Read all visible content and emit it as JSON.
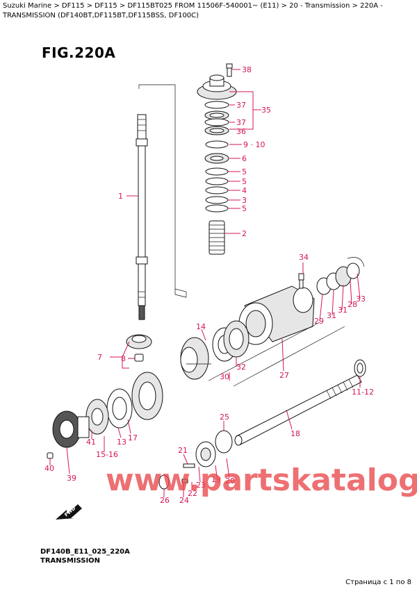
{
  "breadcrumb": {
    "text": "Suzuki Marine > DF115 > DF115 > DF115BT025 FROM 11506F-540001~ (E11) > 20 - Transmission > 220A - TRANSMISSION (DF140BT,DF115BT,DF115BSS, DF100C)"
  },
  "figure": {
    "title": "FIG.220A"
  },
  "callouts": [
    {
      "id": "c38",
      "label": "38"
    },
    {
      "id": "c35",
      "label": "35"
    },
    {
      "id": "c37a",
      "label": "37"
    },
    {
      "id": "c37b",
      "label": "37"
    },
    {
      "id": "c36",
      "label": "36"
    },
    {
      "id": "c910",
      "label": "9 · 10"
    },
    {
      "id": "c6",
      "label": "6"
    },
    {
      "id": "c5a",
      "label": "5"
    },
    {
      "id": "c5b",
      "label": "5"
    },
    {
      "id": "c4",
      "label": "4"
    },
    {
      "id": "c3",
      "label": "3"
    },
    {
      "id": "c5c",
      "label": "5"
    },
    {
      "id": "c2",
      "label": "2"
    },
    {
      "id": "c1",
      "label": "1"
    },
    {
      "id": "c34",
      "label": "34"
    },
    {
      "id": "c33",
      "label": "33"
    },
    {
      "id": "c28",
      "label": "28"
    },
    {
      "id": "c31a",
      "label": "31"
    },
    {
      "id": "c31b",
      "label": "31"
    },
    {
      "id": "c29",
      "label": "29"
    },
    {
      "id": "c14",
      "label": "14"
    },
    {
      "id": "c7",
      "label": "7"
    },
    {
      "id": "c8",
      "label": "8"
    },
    {
      "id": "c32",
      "label": "32"
    },
    {
      "id": "c30",
      "label": "30"
    },
    {
      "id": "c27",
      "label": "27"
    },
    {
      "id": "c1112",
      "label": "11-12"
    },
    {
      "id": "c25",
      "label": "25"
    },
    {
      "id": "c18",
      "label": "18"
    },
    {
      "id": "c41",
      "label": "41"
    },
    {
      "id": "c13",
      "label": "13"
    },
    {
      "id": "c17",
      "label": "17"
    },
    {
      "id": "c1516",
      "label": "15-16"
    },
    {
      "id": "c40",
      "label": "40"
    },
    {
      "id": "c39",
      "label": "39"
    },
    {
      "id": "c21",
      "label": "21"
    },
    {
      "id": "c19",
      "label": "19"
    },
    {
      "id": "c20",
      "label": "20"
    },
    {
      "id": "c23",
      "label": "23"
    },
    {
      "id": "c22",
      "label": "22"
    },
    {
      "id": "c24",
      "label": "24"
    },
    {
      "id": "c26",
      "label": "26"
    }
  ],
  "fwd_label": "FWD",
  "watermark": "www.partskatalog.ru",
  "drawing_code": {
    "line1": "DF140B_E11_025_220A",
    "line2": "TRANSMISSION"
  },
  "pager": "Страница с 1 по 8",
  "colors": {
    "callout": "#d4145a",
    "watermark": "#e8484a",
    "line": "#111111"
  }
}
